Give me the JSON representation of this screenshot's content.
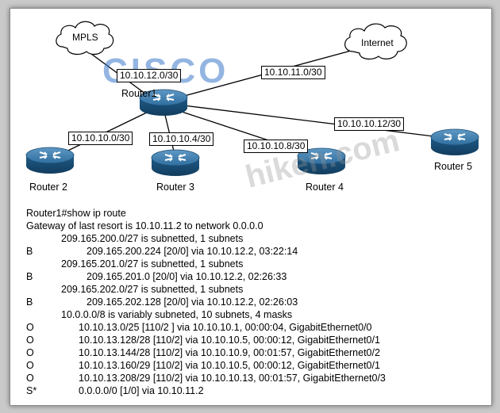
{
  "watermark": {
    "logo": "CISCO",
    "site": "hiken.com"
  },
  "topology": {
    "clouds": {
      "mpls": "MPLS",
      "internet": "Internet"
    },
    "routers": {
      "r1": "Router1",
      "r2": "Router 2",
      "r3": "Router 3",
      "r4": "Router 4",
      "r5": "Router 5"
    },
    "links": {
      "mpls": "10.10.12.0/30",
      "internet": "10.10.11.0/30",
      "r2": "10.10.10.0/30",
      "r3": "10.10.10.4/30",
      "r4": "10.10.10.8/30",
      "r5": "10.10.10.12/30"
    }
  },
  "output": {
    "lines": [
      {
        "code": "",
        "text": "Router1#show ip route",
        "indent": 0
      },
      {
        "code": "",
        "text": "Gateway of last resort is 10.10.11.2 to network 0.0.0.0",
        "indent": 0
      },
      {
        "code": "",
        "text": "209.165.200.0/27 is subnetted, 1 subnets",
        "indent": 1
      },
      {
        "code": "B",
        "text": "209.165.200.224 [20/0] via 10.10.12.2, 03:22:14",
        "indent": 2
      },
      {
        "code": "",
        "text": "209.165.201.0/27 is subnetted, 1 subnets",
        "indent": 1
      },
      {
        "code": "B",
        "text": "209.165.201.0 [20/0] via 10.10.12.2, 02:26:33",
        "indent": 2
      },
      {
        "code": "",
        "text": "209.165.202.0/27 is subnetted, 1 subnets",
        "indent": 1
      },
      {
        "code": "B",
        "text": "209.165.202.128 [20/0] via 10.10.12.2, 02:26:03",
        "indent": 2
      },
      {
        "code": "",
        "text": "10.0.0.0/8 is variably subneted, 10 subnets, 4 masks",
        "indent": 1
      },
      {
        "code": "O",
        "text": "10.10.13.0/25 [110/2 ] via 10.10.10.1, 00:00:04, GigabitEthernet0/0",
        "indent": 3
      },
      {
        "code": "O",
        "text": "10.10.13.128/28 [110/2] via 10.10.10.5, 00:00:12, GigabitEthernet0/1",
        "indent": 3
      },
      {
        "code": "O",
        "text": "10.10.13.144/28 [110/2] via 10.10.10.9, 00:01:57, GigabitEthernet0/2",
        "indent": 3
      },
      {
        "code": "O",
        "text": "10.10.13.160/29 [110/2] via 10.10.10.5, 00:00:12, GigabitEthernet0/1",
        "indent": 3
      },
      {
        "code": "O",
        "text": "10.10.13.208/29 [110/2] via 10.10.10.13, 00:01:57, GigabitEthernet0/3",
        "indent": 3
      },
      {
        "code": "S*",
        "text": "0.0.0.0/0 [1/0] via 10.10.11.2",
        "indent": 3
      }
    ]
  }
}
